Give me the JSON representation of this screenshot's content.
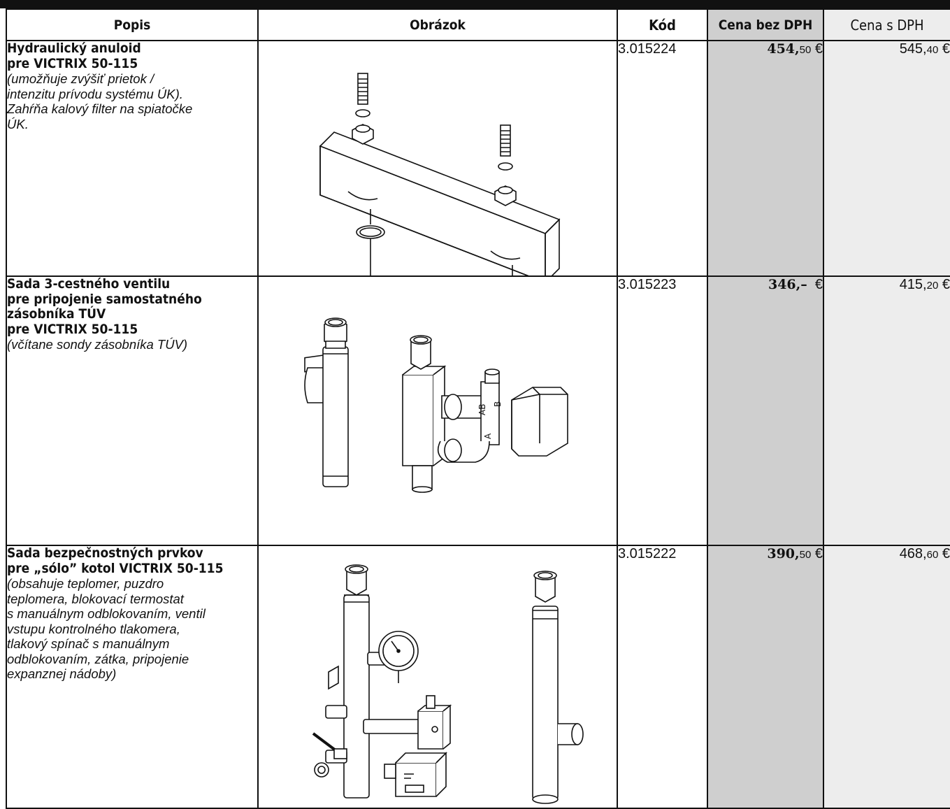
{
  "headers": {
    "popis": "Popis",
    "obrazok": "Obrázok",
    "kod": "Kód",
    "cena_bez_dph": "Cena bez DPH",
    "cena_s_dph": "Cena s DPH"
  },
  "rows": [
    {
      "name_lines": [
        "Hydraulický anuloid",
        "pre VICTRIX 50-115"
      ],
      "note_lines": [
        "(umožňuje zvýšiť prietok /",
        "intenzitu prívodu systému ÚK).",
        "Zahŕňa kalový filter na spiatočke",
        "ÚK."
      ],
      "image": "hydraulic-separator-drawing",
      "code": "3.015224",
      "price_net_main": "454,",
      "price_net_cents": "50",
      "price_net_cur": "€",
      "price_gross_main": "545,",
      "price_gross_cents": "40",
      "price_gross_cur": "€"
    },
    {
      "name_lines": [
        "Sada 3-cestného ventilu",
        "pre pripojenie samostatného",
        "zásobníka TÚV",
        "pre VICTRIX 50-115"
      ],
      "note_lines": [
        "(včítane sondy zásobníka TÚV)"
      ],
      "image": "three-way-valve-kit-drawing",
      "valve_port_labels": [
        "A",
        "B",
        "AB"
      ],
      "code": "3.015223",
      "price_net_main": "346,–",
      "price_net_cents": "",
      "price_net_cur": "€",
      "price_gross_main": "415,",
      "price_gross_cents": "20",
      "price_gross_cur": "€"
    },
    {
      "name_lines": [
        "Sada bezpečnostných prvkov",
        "pre „sólo” kotol VICTRIX 50-115"
      ],
      "note_lines": [
        "(obsahuje teplomer, puzdro",
        "teplomera, blokovací termostat",
        "s manuálnym odblokovaním, ventil",
        "vstupu kontrolného tlakomera,",
        "tlakový spínač s manuálnym",
        "odblokovaním, zátka, pripojenie",
        "expanznej nádoby)"
      ],
      "image": "safety-kit-drawing",
      "code": "3.015222",
      "price_net_main": "390,",
      "price_net_cents": "50",
      "price_net_cur": "€",
      "price_gross_main": "468,",
      "price_gross_cents": "60",
      "price_gross_cur": "€"
    }
  ]
}
